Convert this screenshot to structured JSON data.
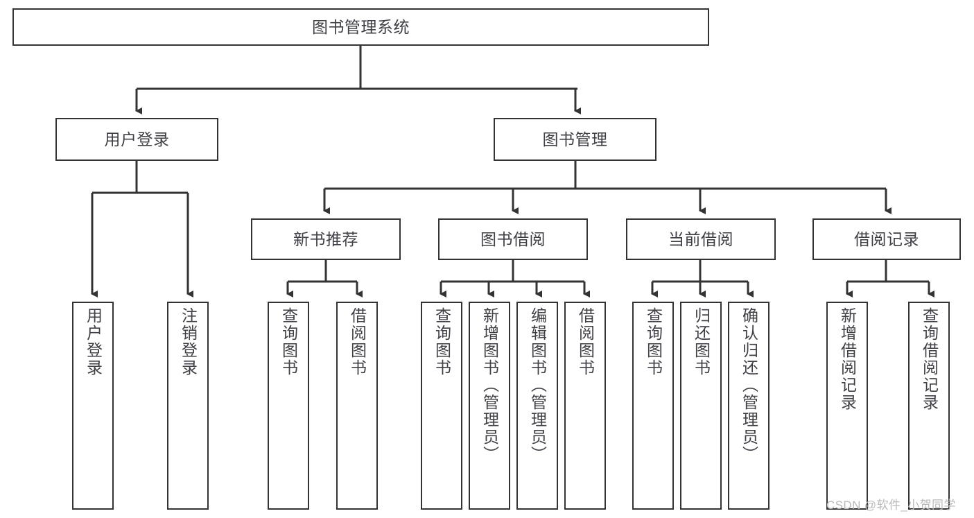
{
  "diagram": {
    "type": "tree",
    "title": "图书管理系统",
    "watermark": "CSDN @软件_小贺同学",
    "colors": {
      "box_border": "#333333",
      "box_fill": "#ffffff",
      "text": "#3f3f46",
      "connector": "#333333",
      "watermark": "#b9b9b9",
      "background": "#ffffff"
    },
    "root": {
      "label": "图书管理系统"
    },
    "level2": [
      {
        "label": "用户登录"
      },
      {
        "label": "图书管理"
      }
    ],
    "level3": [
      {
        "label": "新书推荐"
      },
      {
        "label": "图书借阅"
      },
      {
        "label": "当前借阅"
      },
      {
        "label": "借阅记录"
      }
    ],
    "leaves": {
      "user_login": [
        {
          "label": "用户登录"
        },
        {
          "label": "注销登录"
        }
      ],
      "new_book_recommend": [
        {
          "label": "查询图书"
        },
        {
          "label": "借阅图书"
        }
      ],
      "book_borrow": [
        {
          "label": "查询图书"
        },
        {
          "label": "新增图书（管理员）"
        },
        {
          "label": "编辑图书（管理员）"
        },
        {
          "label": "借阅图书"
        }
      ],
      "current_borrow": [
        {
          "label": "查询图书"
        },
        {
          "label": "归还图书"
        },
        {
          "label": "确认归还（管理员）"
        }
      ],
      "borrow_record": [
        {
          "label": "新增借阅记录"
        },
        {
          "label": "查询借阅记录"
        }
      ]
    }
  }
}
